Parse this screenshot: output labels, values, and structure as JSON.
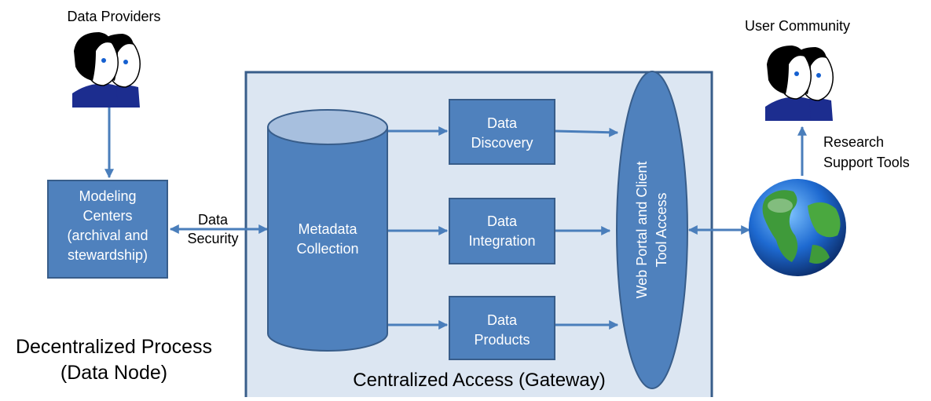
{
  "diagram": {
    "data_providers_label": "Data Providers",
    "user_community_label": "User Community",
    "modeling_centers": [
      "Modeling",
      "Centers",
      "(archival and",
      "stewardship)"
    ],
    "data_security": [
      "Data",
      "Security"
    ],
    "metadata_collection": [
      "Metadata",
      "Collection"
    ],
    "data_discovery": [
      "Data",
      "Discovery"
    ],
    "data_integration": [
      "Data",
      "Integration"
    ],
    "data_products": [
      "Data",
      "Products"
    ],
    "portal": [
      "Web Portal and Client",
      "Tool Access"
    ],
    "research_tools": [
      "Research",
      "Support Tools"
    ],
    "decentralized": [
      "Decentralized Process",
      "(Data Node)"
    ],
    "centralized": "Centralized Access (Gateway)"
  },
  "colors": {
    "box_fill": "#4f81bd",
    "box_border": "#385d8a",
    "panel_fill": "#dce6f2",
    "arrow": "#4a7ebb",
    "cylinder_top": "#a7bfde"
  },
  "icons": [
    "people-icon",
    "globe-icon"
  ]
}
